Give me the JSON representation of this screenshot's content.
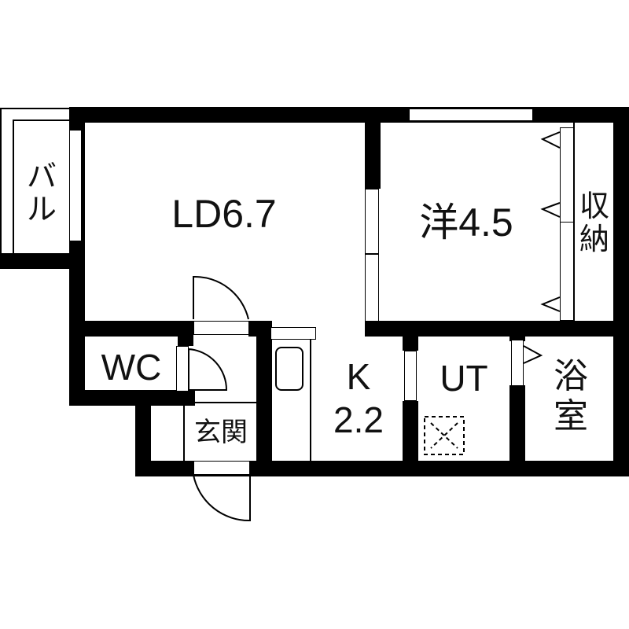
{
  "floor_plan": {
    "rooms": [
      {
        "id": "ld",
        "label": "LD6.7",
        "type": "living-dining",
        "area_jo": "6.7"
      },
      {
        "id": "western",
        "label": "洋4.5",
        "type": "western-room",
        "area_jo": "4.5"
      },
      {
        "id": "storage",
        "label": "収納",
        "type": "closet"
      },
      {
        "id": "balcony",
        "label": "バル",
        "type": "balcony"
      },
      {
        "id": "wc",
        "label": "WC",
        "type": "toilet"
      },
      {
        "id": "entrance",
        "label": "玄関",
        "type": "entrance"
      },
      {
        "id": "kitchen",
        "label_line1": "K",
        "label_line2": "2.2",
        "type": "kitchen",
        "area_jo": "2.2"
      },
      {
        "id": "utility",
        "label": "UT",
        "type": "utility"
      },
      {
        "id": "bath",
        "label_line1": "浴",
        "label_line2": "室",
        "type": "bathroom"
      }
    ],
    "storage_label_line1": "収",
    "storage_label_line2": "納",
    "balcony_label_line1": "バ",
    "balcony_label_line2": "ル",
    "colors": {
      "wall": "#000000",
      "background": "#ffffff",
      "text": "#111111"
    }
  }
}
